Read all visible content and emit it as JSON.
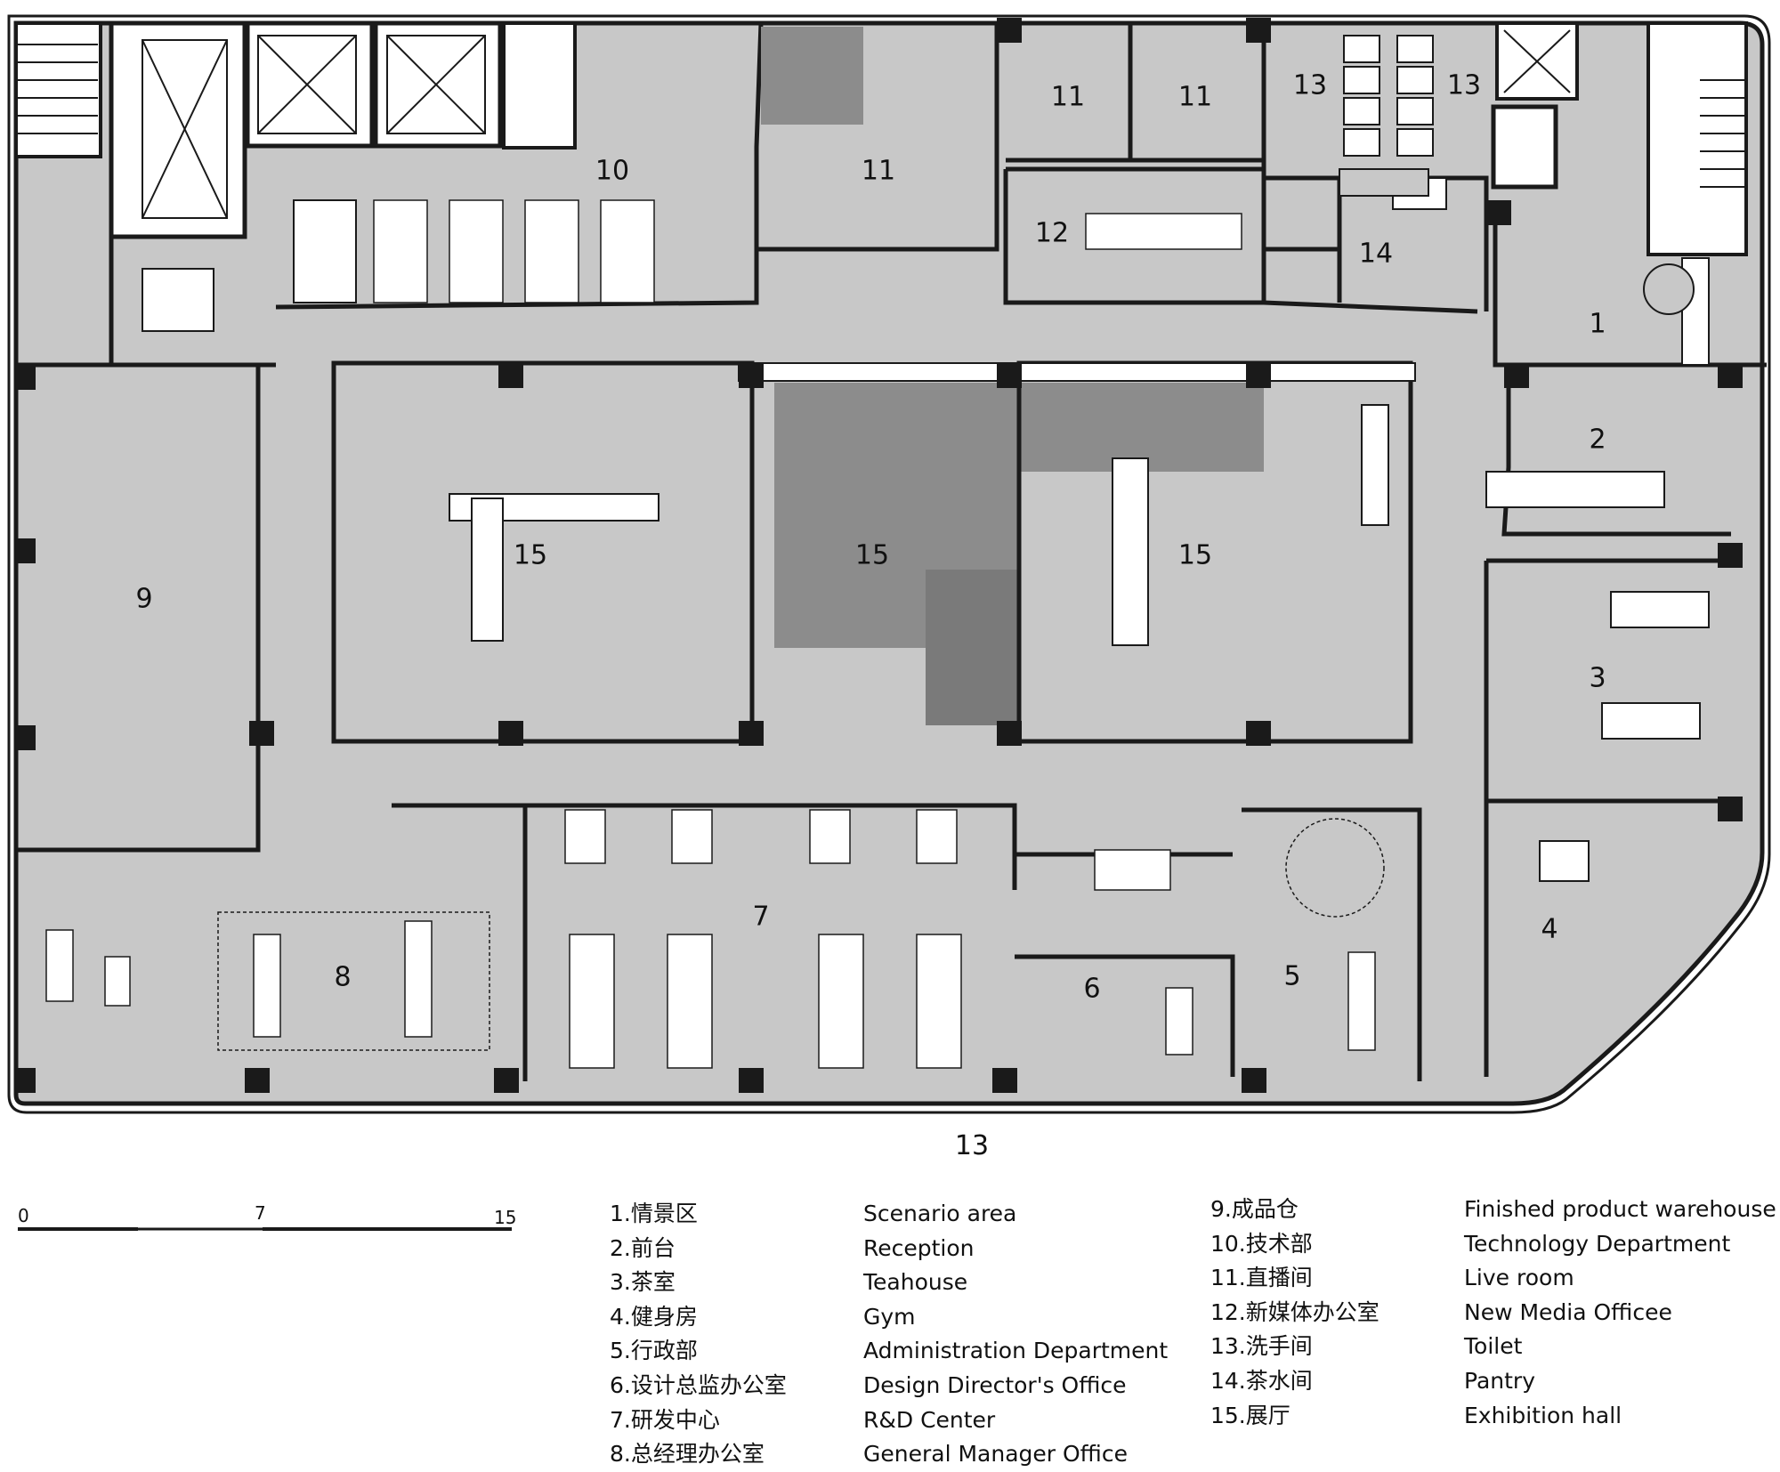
{
  "plan_labels": {
    "r1": "1",
    "r2": "2",
    "r3": "3",
    "r4": "4",
    "r5": "5",
    "r6": "6",
    "r7": "7",
    "r8": "8",
    "r9": "9",
    "r10": "10",
    "r11a": "11",
    "r11b": "11",
    "r11c": "11",
    "r12": "12",
    "r13a": "13",
    "r13b": "13",
    "r14": "14",
    "r15a": "15",
    "r15b": "15",
    "r15c": "15"
  },
  "bottom_label": "13",
  "scale": {
    "start": "0",
    "mid": "7",
    "end": "15"
  },
  "legend": {
    "col1_cn": [
      "1.情景区",
      "2.前台",
      "3.茶室",
      "4.健身房",
      "5.行政部",
      "6.设计总监办公室",
      "7.研发中心",
      "8.总经理办公室"
    ],
    "col1_en": [
      "Scenario area",
      "Reception",
      "Teahouse",
      "Gym",
      "Administration Department",
      "Design Director's Office",
      "R&D Center",
      "General Manager Office"
    ],
    "col2_cn": [
      "9.成品仓",
      "10.技术部",
      "11.直播间",
      "12.新媒体办公室",
      "13.洗手间",
      "14.茶水间",
      "15.展厅"
    ],
    "col2_en": [
      "Finished product warehouse",
      "Technology Department",
      "Live room",
      "New Media Officee",
      "Toilet",
      "Pantry",
      "Exhibition hall"
    ]
  },
  "colors": {
    "floor": "#c8c8c8",
    "wall": "#1a1a1a",
    "dark_floor": "#8c8c8c",
    "white": "#ffffff"
  }
}
